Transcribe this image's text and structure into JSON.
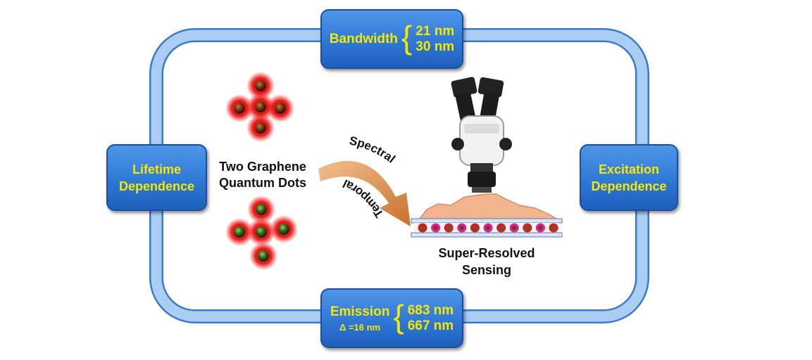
{
  "nodes": {
    "bandwidth": {
      "label": "Bandwidth",
      "values": [
        "21 nm",
        "30 nm"
      ]
    },
    "lifetime": {
      "line1": "Lifetime",
      "line2": "Dependence"
    },
    "excitation": {
      "line1": "Excitation",
      "line2": "Dependence"
    },
    "emission": {
      "label": "Emission",
      "delta": "Δ =16 nm",
      "values": [
        "683 nm",
        "667 nm"
      ]
    }
  },
  "center": {
    "dots_label": {
      "line1": "Two Graphene",
      "line2": "Quantum Dots"
    },
    "arrow_top_label": "Spectral",
    "arrow_bottom_label": "Temporal",
    "sensing_label": {
      "line1": "Super-Resolved",
      "line2": "Sensing"
    }
  },
  "colors": {
    "frame": "#7fb2e8",
    "box": "#2f78d6",
    "box_text": "#f5e900",
    "dot_brown": "#7a3a14",
    "dot_green": "#3d6b1c",
    "glow": "#e00000",
    "arrow": "#d5884a",
    "spectrum": "#f2b48e"
  }
}
